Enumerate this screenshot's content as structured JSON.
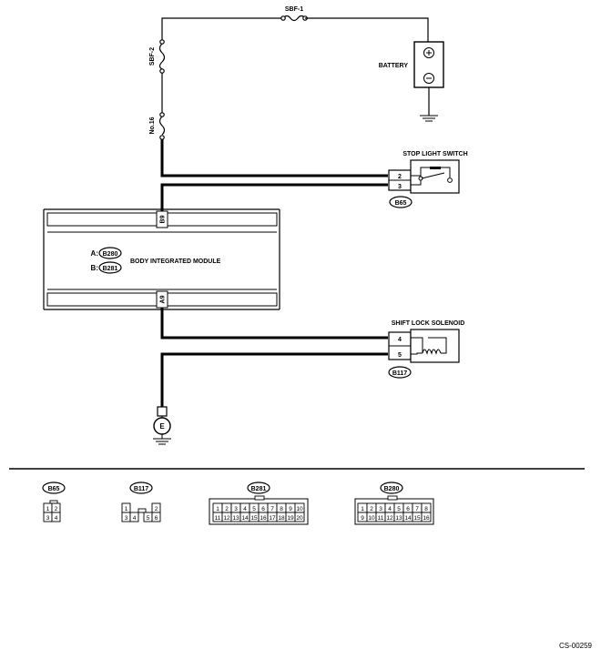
{
  "fuses": {
    "sbf1": "SBF-1",
    "sbf2": "SBF-2",
    "no16": "No.16"
  },
  "battery": {
    "label": "BATTERY",
    "plus": "⊕",
    "minus": "⊖"
  },
  "stop_light_switch": {
    "label": "STOP LIGHT SWITCH",
    "pin_a": "2",
    "pin_b": "3",
    "connector": "B65"
  },
  "bim": {
    "label": "BODY INTEGRATED MODULE",
    "connector_a_prefix": "A:",
    "connector_a": "B280",
    "connector_b_prefix": "B:",
    "connector_b": "B281",
    "top_terminal": "B9",
    "bottom_terminal": "A9"
  },
  "shift_lock": {
    "label": "SHIFT LOCK SOLENOID",
    "pin_a": "4",
    "pin_b": "5",
    "connector": "B117"
  },
  "ground": {
    "label": "E"
  },
  "connectors": {
    "b65": {
      "name": "B65",
      "row1": [
        "1",
        "2"
      ],
      "row2": [
        "3",
        "4"
      ]
    },
    "b117": {
      "name": "B117",
      "row1": [
        "1",
        "2"
      ],
      "row2": [
        "3",
        "4",
        "5",
        "6"
      ]
    },
    "b281": {
      "name": "B281",
      "row1": [
        "1",
        "2",
        "3",
        "4",
        "5",
        "6",
        "7",
        "8",
        "9",
        "10"
      ],
      "row2": [
        "11",
        "12",
        "13",
        "14",
        "15",
        "16",
        "17",
        "18",
        "19",
        "20"
      ]
    },
    "b280": {
      "name": "B280",
      "row1": [
        "1",
        "2",
        "3",
        "4",
        "5",
        "6",
        "7",
        "8"
      ],
      "row2": [
        "9",
        "10",
        "11",
        "12",
        "13",
        "14",
        "15",
        "16"
      ]
    }
  },
  "figure_code": "CS-00259"
}
